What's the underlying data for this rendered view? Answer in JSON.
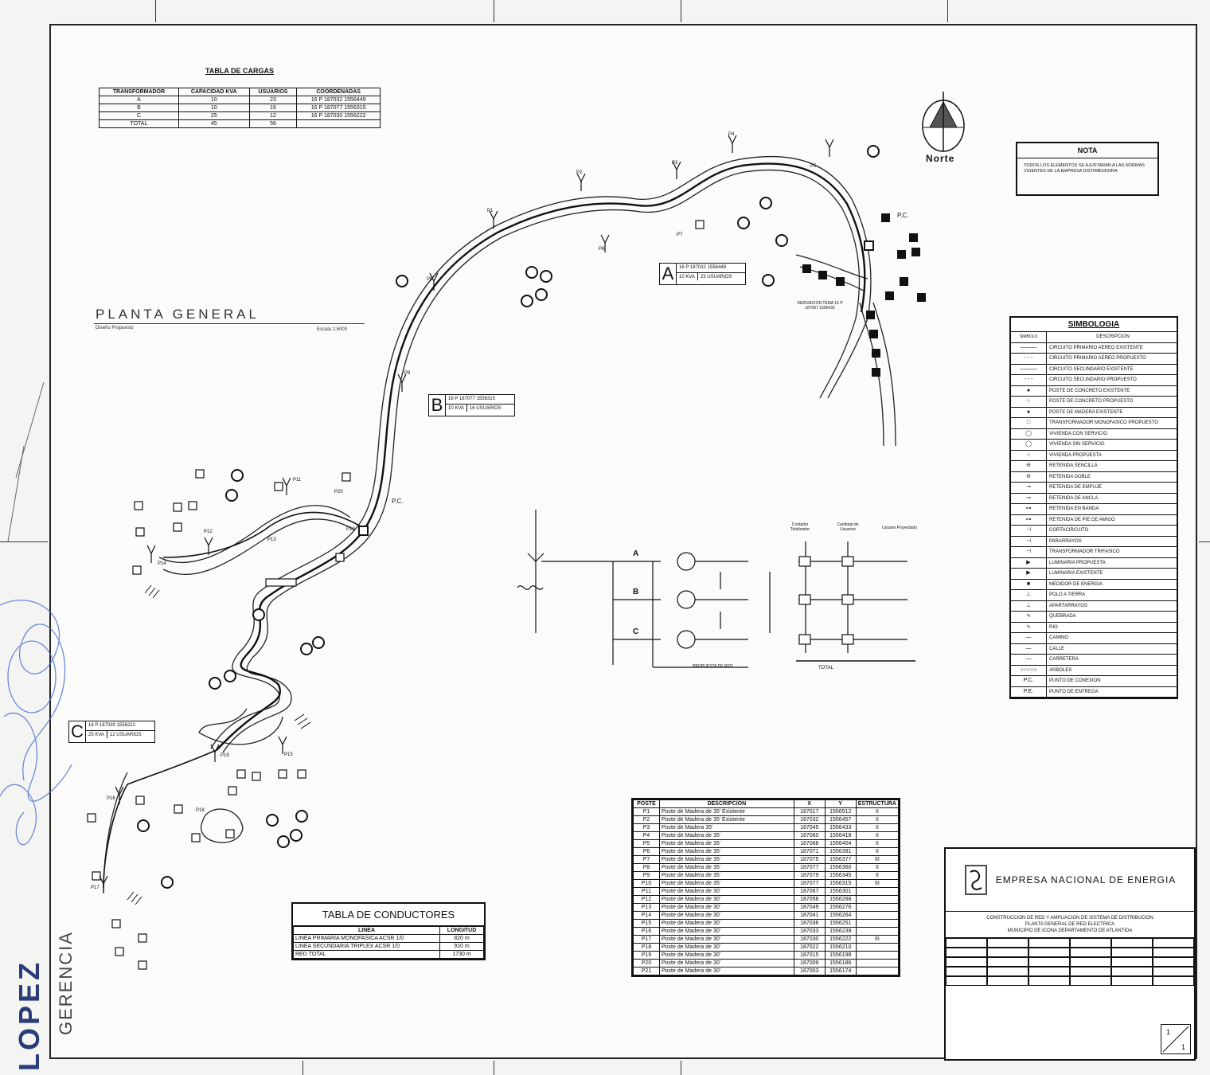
{
  "sheet": {
    "plan_title": "PLANTA  GENERAL",
    "plan_subtitle": "Diseño Propuesto",
    "plan_scale": "Escala 1:5000",
    "north_label": "Norte",
    "gerencia": "GERENCIA",
    "stamp_text": "LOPEZ"
  },
  "tabla_cargas": {
    "title": "TABLA DE CARGAS",
    "headers": [
      "TRANSFORMADOR",
      "CAPACIDAD KVA",
      "USUARIOS",
      "COORDENADAS"
    ],
    "rows": [
      [
        "A",
        "10",
        "23",
        "16 P 187032 1556449"
      ],
      [
        "B",
        "10",
        "16",
        "16 P 187077 1556315"
      ],
      [
        "C",
        "25",
        "12",
        "16 P 187030 1556222"
      ],
      [
        "TOTAL",
        "45",
        "56",
        ""
      ]
    ]
  },
  "nota": {
    "title": "NOTA",
    "body": "TODOS LOS ELEMENTOS SE AJUSTARAN A LAS NORMAS VIGENTES DE LA EMPRESA DISTRIBUIDORA"
  },
  "transformer_labels": [
    {
      "letter": "A",
      "coord": "16 P 187032 1556449",
      "kva": "10 KVA",
      "users": "23 USUARIOS"
    },
    {
      "letter": "B",
      "coord": "16 P 187077 1556315",
      "kva": "10 KVA",
      "users": "16 USUARIOS"
    },
    {
      "letter": "C",
      "coord": "16 P 187030 1556222",
      "kva": "25 KVA",
      "users": "12 USUARIOS"
    }
  ],
  "pc_labels": [
    "P.C.",
    "P.C."
  ],
  "derivation_label": "DERIVACION TEMA 16 P 187007 1556432",
  "poste_labels": [
    "P1",
    "P2",
    "P3",
    "P4",
    "P5",
    "P6",
    "P7",
    "P8",
    "P9",
    "P10",
    "P11",
    "P12",
    "P13",
    "P14",
    "P15",
    "P16",
    "P17",
    "P18",
    "P19",
    "P20"
  ],
  "simbologia": {
    "title": "SIMBOLOGIA",
    "headers": [
      "SIMBOLO",
      "DESCRIPCION"
    ],
    "rows": [
      [
        "———",
        "CIRCUITO PRIMARIO AEREO EXISTENTE"
      ],
      [
        "- - -",
        "CIRCUITO PRIMARIO AEREO PROPUESTO"
      ],
      [
        "———",
        "CIRCUITO SECUNDARIO EXISTENTE"
      ],
      [
        "- - -",
        "CIRCUITO SECUNDARIO PROPUESTO"
      ],
      [
        "●",
        "POSTE DE CONCRETO EXISTENTE"
      ],
      [
        "○",
        "POSTE DE CONCRETO PROPUESTO"
      ],
      [
        "●",
        "POSTE DE MADERA EXISTENTE"
      ],
      [
        "□",
        "TRANSFORMADOR MONOFASICO PROPUESTO"
      ],
      [
        "◯",
        "VIVIENDA CON SERVICIO"
      ],
      [
        "◯",
        "VIVIENDA SIN SERVICIO"
      ],
      [
        "○",
        "VIVIENDA PROPUESTA"
      ],
      [
        "⊖",
        "RETENIDA SENCILLA"
      ],
      [
        "⊖",
        "RETENIDA DOBLE"
      ],
      [
        "⊸",
        "RETENIDA DE EMPUJE"
      ],
      [
        "⊸",
        "RETENIDA DE ANCLA"
      ],
      [
        "⊶",
        "RETENIDA EN BANDA"
      ],
      [
        "⊶",
        "RETENIDA DE PIE DE AMIGO"
      ],
      [
        "⊣",
        "CORTACIRCUITO"
      ],
      [
        "⊣",
        "PARARRAYOS"
      ],
      [
        "⊣",
        "TRANSFORMADOR TRIFASICO"
      ],
      [
        "▶",
        "LUMINARIA PROPUESTA"
      ],
      [
        "▶",
        "LUMINARIA EXISTENTE"
      ],
      [
        "■",
        "MEDIDOR DE ENERGIA"
      ],
      [
        "⊥",
        "POLO A TIERRA"
      ],
      [
        "⊥",
        "APARTARRAYOS"
      ],
      [
        "∿",
        "QUEBRADA"
      ],
      [
        "∿",
        "RIO"
      ],
      [
        "—",
        "CAMINO"
      ],
      [
        "—",
        "CALLE"
      ],
      [
        "—",
        "CARRETERA"
      ],
      [
        "○○○○○",
        "ARBOLES"
      ],
      [
        "P.C.",
        "PUNTO DE CONEXION"
      ],
      [
        "P.E.",
        "PUNTO DE ENTREGA"
      ]
    ]
  },
  "tabla_conductores": {
    "title": "TABLA DE CONDUCTORES",
    "headers": [
      "LINEA",
      "LONGITUD"
    ],
    "rows": [
      [
        "LINEA PRIMARIA MONOFASICA ACSR 1/0",
        "820 m"
      ],
      [
        "LINEA SECUNDARIA TRIPLEX ACSR 1/0",
        "910 m"
      ],
      [
        "RED TOTAL",
        "1730 m"
      ]
    ]
  },
  "tabla_postes": {
    "headers": [
      "POSTE",
      "DESCRIPCION",
      "X",
      "Y",
      "ESTRUCTURA"
    ],
    "rows": [
      [
        "P1",
        "Poste de Madera de 35' Existente",
        "187017",
        "1556512",
        "II"
      ],
      [
        "P2",
        "Poste de Madera de 35' Existente",
        "187032",
        "1556457",
        "II"
      ],
      [
        "P3",
        "Poste de Madera 35'",
        "187045",
        "1556433",
        "II"
      ],
      [
        "P4",
        "Poste de Madera de 35'",
        "187060",
        "1556418",
        "II"
      ],
      [
        "P5",
        "Poste de Madera de 35'",
        "187068",
        "1556404",
        "II"
      ],
      [
        "P6",
        "Poste de Madera de 35'",
        "187071",
        "1556391",
        "II"
      ],
      [
        "P7",
        "Poste de Madera de 35'",
        "187075",
        "1556377",
        "III"
      ],
      [
        "P8",
        "Poste de Madera de 35'",
        "187077",
        "1556360",
        "II"
      ],
      [
        "P9",
        "Poste de Madera de 35'",
        "187079",
        "1556345",
        "II"
      ],
      [
        "P10",
        "Poste de Madera de 35'",
        "187077",
        "1556315",
        "III"
      ],
      [
        "P11",
        "Poste de Madera de 30'",
        "187067",
        "1556301",
        ""
      ],
      [
        "P12",
        "Poste de Madera de 30'",
        "187058",
        "1556288",
        ""
      ],
      [
        "P13",
        "Poste de Madera de 30'",
        "187049",
        "1556276",
        ""
      ],
      [
        "P14",
        "Poste de Madera de 30'",
        "187041",
        "1556264",
        ""
      ],
      [
        "P15",
        "Poste de Madera de 30'",
        "187036",
        "1556251",
        ""
      ],
      [
        "P16",
        "Poste de Madera de 30'",
        "187033",
        "1556239",
        ""
      ],
      [
        "P17",
        "Poste de Madera de 30'",
        "187030",
        "1556222",
        "III"
      ],
      [
        "P18",
        "Poste de Madera de 30'",
        "187022",
        "1556210",
        ""
      ],
      [
        "P19",
        "Poste de Madera de 30'",
        "187015",
        "1556198",
        ""
      ],
      [
        "P20",
        "Poste de Madera de 30'",
        "187009",
        "1556186",
        ""
      ],
      [
        "P21",
        "Poste de Madera de 30'",
        "187003",
        "1556174",
        ""
      ]
    ]
  },
  "diagram": {
    "phase_labels": [
      "A",
      "B",
      "C"
    ],
    "header_labels": [
      "Contador Totalizador",
      "Cantidad de Usuarios",
      "Usuario Proyectado"
    ],
    "total_label": "TOTAL",
    "bottom_label": "PROPUESTA DE RED"
  },
  "title_block": {
    "company": "EMPRESA NACIONAL DE ENERGIA",
    "project_line1": "CONSTRUCCION DE RED Y AMPLIACION DE SISTEMA DE DISTRIBUCION",
    "project_line2": "PLANTA GENERAL DE RED ELECTRICA",
    "project_line3": "MUNICIPIO DE ICONA DEPARTAMENTO DE ATLANTIDA",
    "sheet_number": "1",
    "total_sheets": "1"
  }
}
